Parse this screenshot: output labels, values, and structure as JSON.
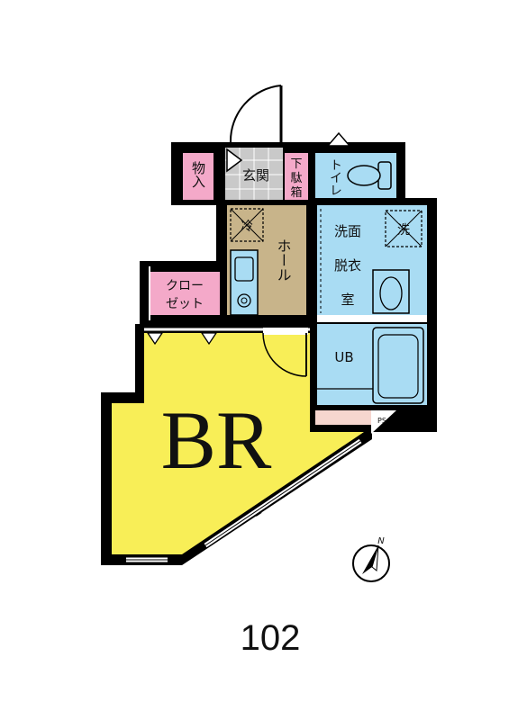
{
  "rooms": {
    "storage": "物入",
    "entrance": "玄関",
    "shoe_box_1": "下",
    "shoe_box_2": "駄",
    "shoe_box_3": "箱",
    "toilet": "トイレ",
    "fridge": "冷",
    "hall": "ホール",
    "washroom_1": "洗面",
    "washroom_2": "脱衣",
    "washroom_3": "室",
    "washer": "洗",
    "closet_1": "クロー",
    "closet_2": "ゼット",
    "bath": "UB",
    "pipe_space": "PS",
    "bedroom": "BR"
  },
  "compass": {
    "north": "N"
  },
  "unit_number": "102",
  "colors": {
    "wall": "#000000",
    "bedroom": "#f8ee57",
    "wet_area": "#a9dcf3",
    "storage": "#f4a9c9",
    "hall": "#c8b48a",
    "entrance": "#c9c9c9",
    "ps": "#f6d6cf"
  }
}
